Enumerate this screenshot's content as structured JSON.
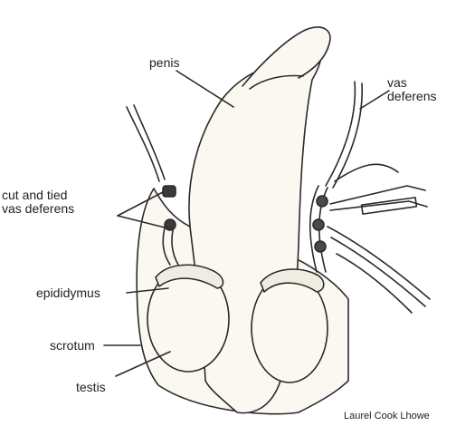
{
  "labels": {
    "penis": "penis",
    "vas_deferens": "vas\ndeferens",
    "cut_tied": "cut and tied\nvas deferens",
    "epididymus": "epididymus",
    "scrotum": "scrotum",
    "testis": "testis"
  },
  "credit": "Laurel Cook Lhowe",
  "colors": {
    "line": "#2a2a2a",
    "skin": "#fbf8f2",
    "text": "#222222"
  }
}
